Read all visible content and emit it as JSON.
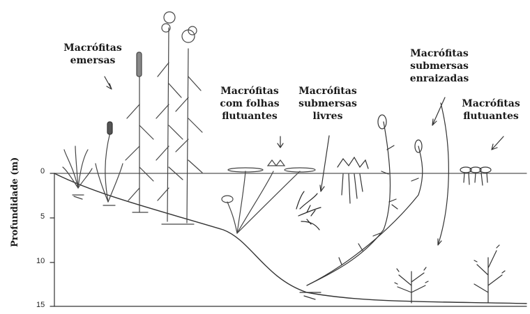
{
  "labels": {
    "emergent": [
      "Macrófitas",
      "emersas"
    ],
    "floating_leaves": [
      "Macrófitas",
      "com folhas",
      "flutuantes"
    ],
    "free_submerged": [
      "Macrófitas",
      "submersas",
      "livres"
    ],
    "rooted_submerged": [
      "Macrófitas",
      "submersas",
      "enraizadas"
    ],
    "floating": [
      "Macrófitas",
      "flutuantes"
    ]
  },
  "axis": {
    "ylabel": "Profundidade (m)",
    "ticks": [
      "0",
      "5",
      "10",
      "15"
    ]
  }
}
